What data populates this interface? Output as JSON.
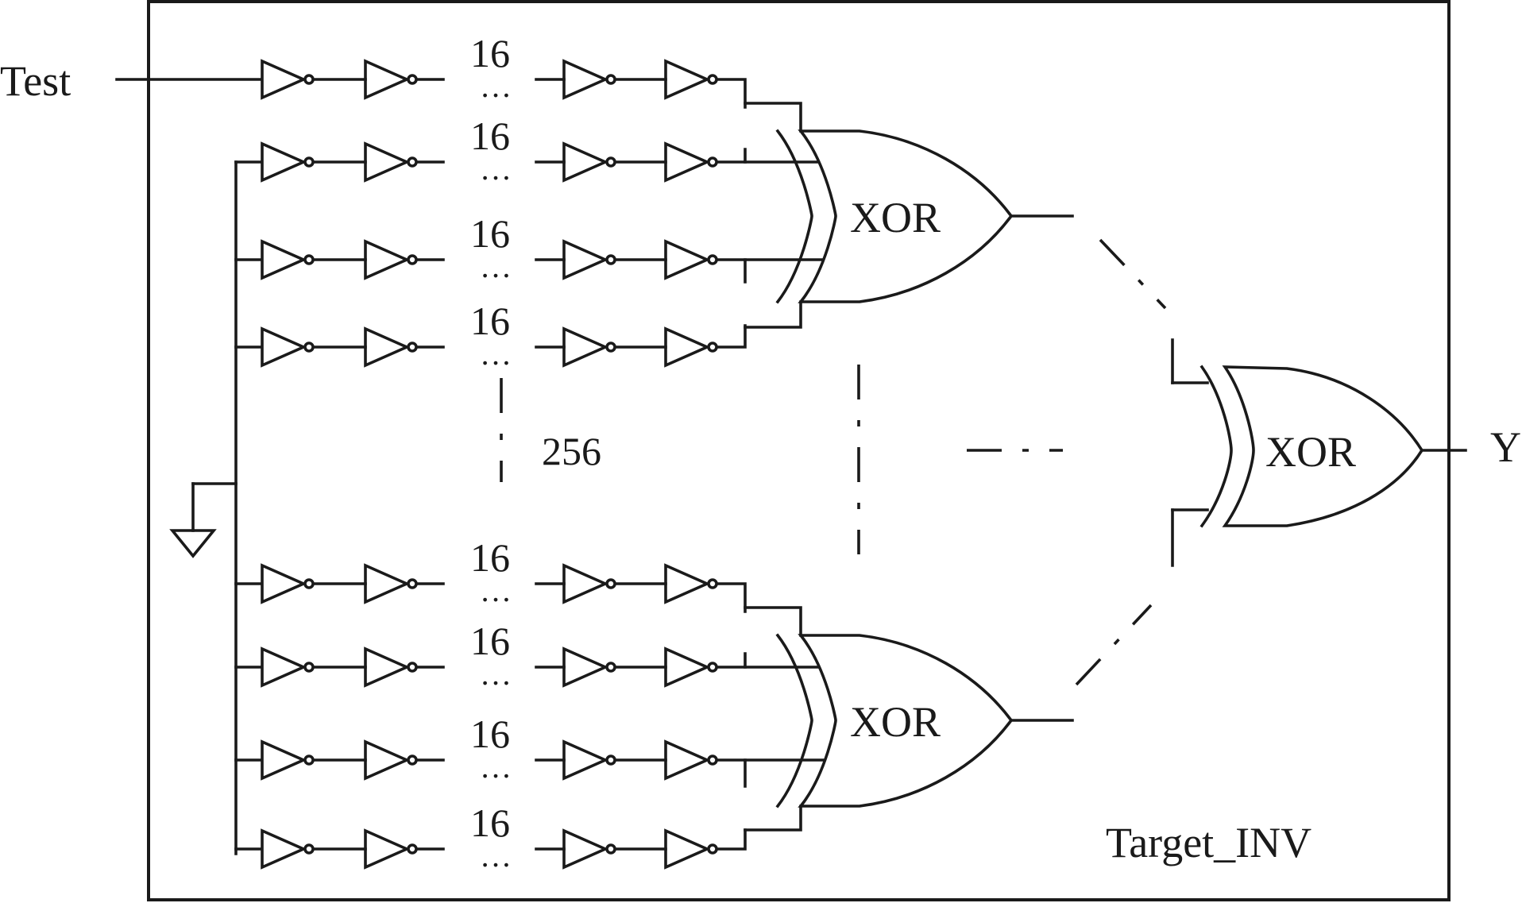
{
  "labels": {
    "test_input": "Test",
    "output": "Y",
    "module_name": "Target_INV",
    "total_count": "256",
    "gate_top": "XOR",
    "gate_bottom": "XOR",
    "gate_final": "XOR"
  },
  "chain": {
    "stage_count_label": "16",
    "ellipsis": "…"
  },
  "rows": [
    {
      "id": "test",
      "group": "top"
    },
    {
      "id": "t1",
      "group": "top"
    },
    {
      "id": "t2",
      "group": "top"
    },
    {
      "id": "t3",
      "group": "top"
    },
    {
      "id": "b1",
      "group": "bottom"
    },
    {
      "id": "b2",
      "group": "bottom"
    },
    {
      "id": "b3",
      "group": "bottom"
    },
    {
      "id": "b4",
      "group": "bottom"
    }
  ]
}
